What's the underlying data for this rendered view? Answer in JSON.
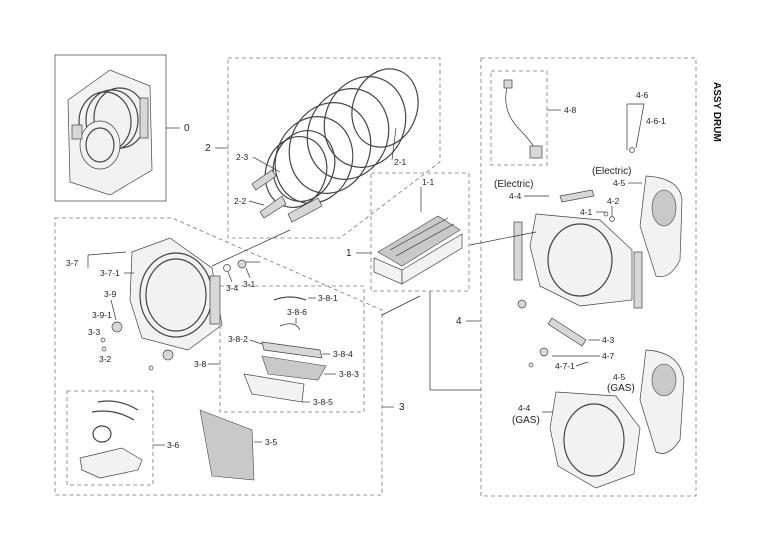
{
  "title": "ASSY DRUM",
  "labels": {
    "l0": "0",
    "l1": "1",
    "l1_1": "1-1",
    "l2": "2",
    "l2_1": "2-1",
    "l2_2": "2-2",
    "l2_3": "2-3",
    "l3": "3",
    "l3_1": "3-1",
    "l3_2": "3-2",
    "l3_3": "3-3",
    "l3_4": "3-4",
    "l3_5": "3-5",
    "l3_6": "3-6",
    "l3_7": "3-7",
    "l3_7_1": "3-7-1",
    "l3_8": "3-8",
    "l3_8_1": "3-8-1",
    "l3_8_2": "3-8-2",
    "l3_8_3": "3-8-3",
    "l3_8_4": "3-8-4",
    "l3_8_5": "3-8-5",
    "l3_8_6": "3-8-6",
    "l3_9": "3-9",
    "l3_9_1": "3-9-1",
    "l4": "4",
    "l4_1": "4-1",
    "l4_2": "4-2",
    "l4_3": "4-3",
    "l4_4a": "4-4",
    "l4_4b": "4-4",
    "l4_5a": "4-5",
    "l4_5b": "4-5",
    "l4_6": "4-6",
    "l4_6_1": "4-6-1",
    "l4_7": "4-7",
    "l4_7_1": "4-7-1",
    "l4_8": "4-8"
  },
  "notes": {
    "electric_a": "(Electric)",
    "electric_b": "(Electric)",
    "gas_a": "(GAS)",
    "gas_b": "(GAS)"
  }
}
